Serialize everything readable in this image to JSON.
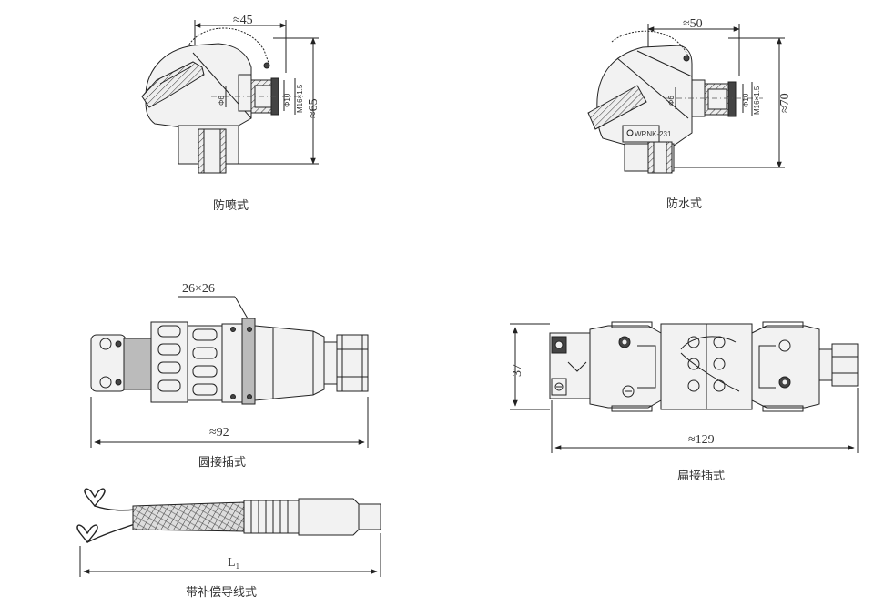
{
  "labels": {
    "spray_caption": "防喷式",
    "water_caption": "防水式",
    "round_caption": "圆接插式",
    "flat_caption": "扁接插式",
    "lead_caption": "带补偿导线式"
  },
  "dimensions": {
    "spray_width": "≈45",
    "spray_height": "≈65",
    "spray_phi6": "Φ6",
    "spray_phi10": "Φ10",
    "spray_thread": "M16×1.5",
    "water_width": "≈50",
    "water_height": "≈70",
    "water_phi6": "Φ6",
    "water_phi10": "Φ10",
    "water_thread": "M16×1.5",
    "water_plate": "WRNK-231",
    "round_square": "26×26",
    "round_length": "≈92",
    "flat_height": "37",
    "flat_length": "≈129",
    "lead_length": "L₁"
  }
}
